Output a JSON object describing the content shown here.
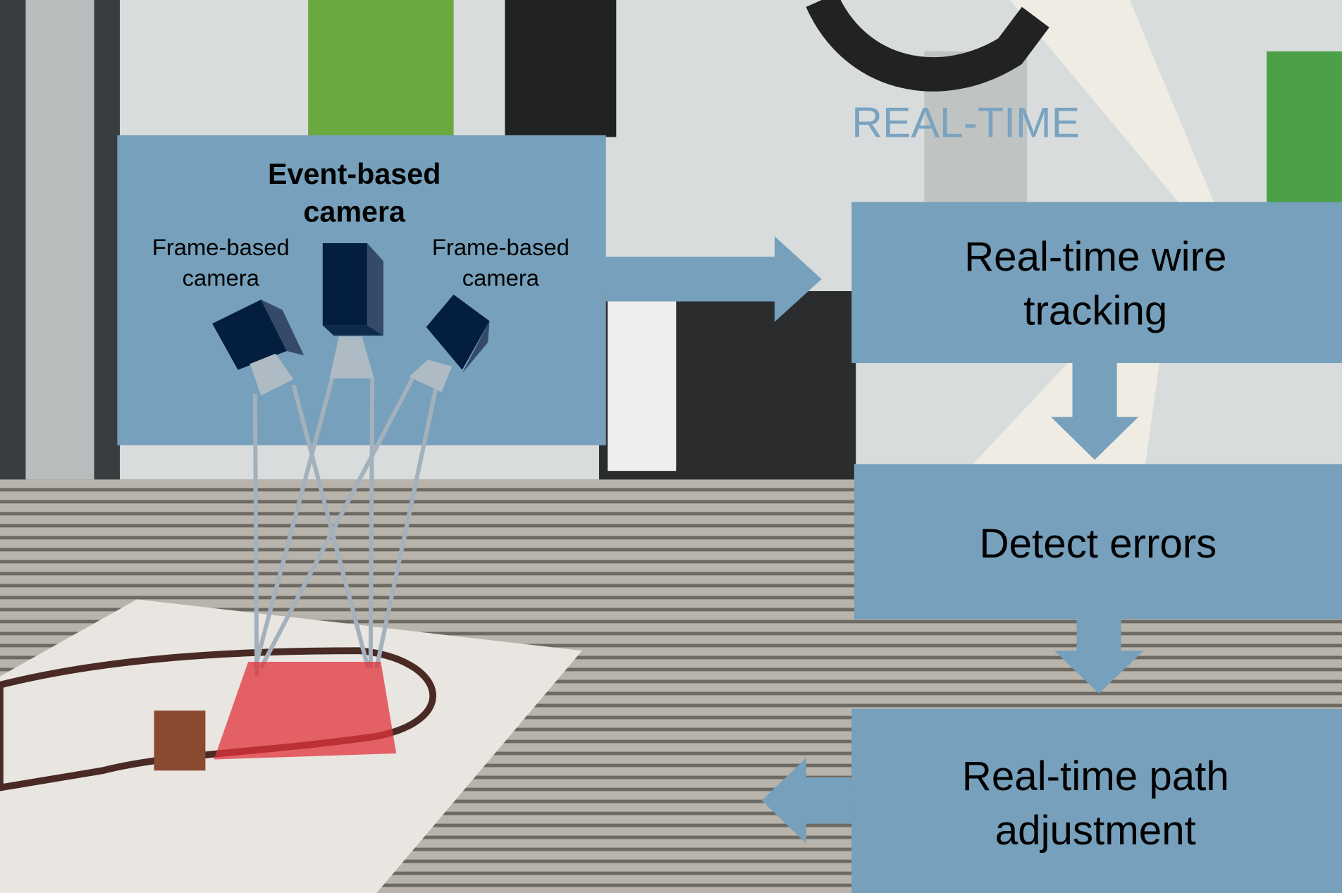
{
  "overlay_label": "REAL-TIME",
  "sensor_panel": {
    "title_line1": "Event-based",
    "title_line2": "camera",
    "left_camera_line1": "Frame-based",
    "left_camera_line2": "camera",
    "right_camera_line1": "Frame-based",
    "right_camera_line2": "camera"
  },
  "pipeline": [
    {
      "line1": "Real-time wire",
      "line2": "tracking"
    },
    {
      "line1": "Detect errors"
    },
    {
      "line1": "Real-time path",
      "line2": "adjustment"
    }
  ],
  "colors": {
    "panel": "#76a0bb",
    "camera": "#041e40",
    "camera_side": "#344a68",
    "lens": "#aebbc5",
    "region": "#e0333a"
  }
}
